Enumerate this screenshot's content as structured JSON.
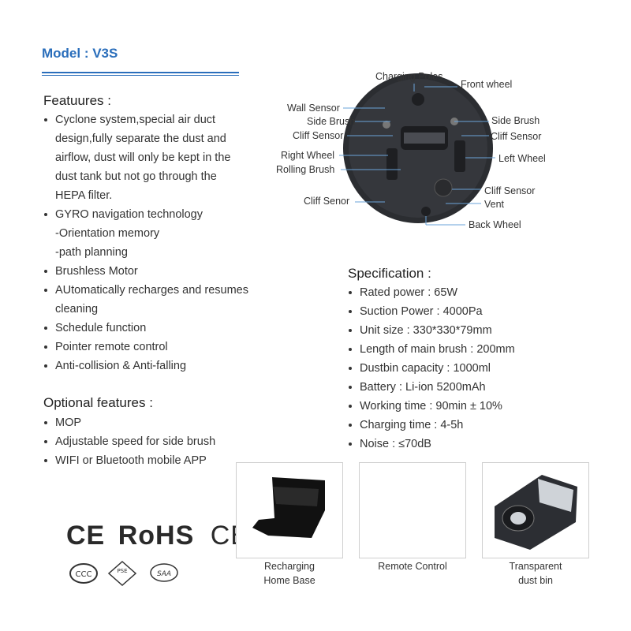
{
  "model": {
    "title": "Model : V3S"
  },
  "features": {
    "title": "Featuures :",
    "items": [
      {
        "text": "Cyclone system,special air duct design,fully separate the dust and airflow, dust will only be kept in the dust tank but not go through the HEPA filter.",
        "bullet": true
      },
      {
        "text": "GYRO navigation technology",
        "bullet": true
      },
      {
        "text": "-Orientation memory",
        "bullet": false
      },
      {
        "text": "-path planning",
        "bullet": false
      },
      {
        "text": "Brushless Motor",
        "bullet": true
      },
      {
        "text": "AUtomatically recharges and resumes cleaning",
        "bullet": true
      },
      {
        "text": "Schedule function",
        "bullet": true
      },
      {
        "text": "Pointer remote control",
        "bullet": true
      },
      {
        "text": "Anti-collision & Anti-falling",
        "bullet": true
      }
    ]
  },
  "optional": {
    "title": "Optional features :",
    "items": [
      "MOP",
      "Adjustable speed for side brush",
      "WIFI or Bluetooth mobile APP"
    ]
  },
  "diagram": {
    "labels": {
      "charging_poles": "Charging Poles",
      "front_wheel": "Front wheel",
      "wall_sensor": "Wall Sensor",
      "side_brush_left": "Side Brush",
      "cliff_sensor_left": "Cliff Sensor",
      "right_wheel": "Right Wheel",
      "rolling_brush": "Rolling Brush",
      "cliff_senor": "Cliff Senor",
      "side_brush_right": "Side Brush",
      "cliff_sensor_right": "Cliff Sensor",
      "left_wheel": "Left Wheel",
      "cliff_sensor_bottom": "Cliff Sensor",
      "vent": "Vent",
      "back_wheel": "Back Wheel"
    }
  },
  "specification": {
    "title": "Specification :",
    "items": [
      "Rated power : 65W",
      "Suction Power : 4000Pa",
      "Unit size : 330*330*79mm",
      "Length of main brush : 200mm",
      "Dustbin capacity : 1000ml",
      "Battery : Li-ion 5200mAh",
      "Working time : 90min ± 10%",
      "Charging time : 4-5h",
      "Noise : ≤70dB"
    ]
  },
  "certifications": {
    "ce": "CE",
    "rohs": "RoHS",
    "cb": "CB",
    "pse": "PSE",
    "saa": "SAA"
  },
  "photos": [
    {
      "caption": "Recharging\nHome Base"
    },
    {
      "caption": "Remote Control"
    },
    {
      "caption": "Transparent\ndust bin"
    }
  ],
  "colors": {
    "accent": "#2a6ebb",
    "callout_line": "#6aa3d8"
  }
}
